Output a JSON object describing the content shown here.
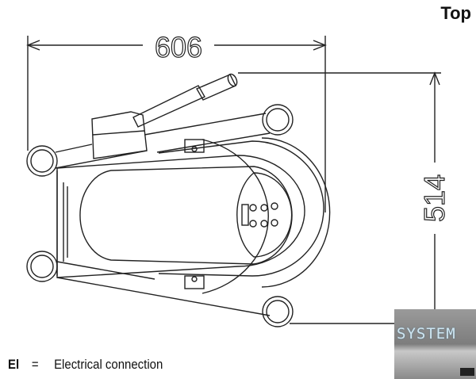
{
  "view_title": "Top",
  "dimensions": {
    "width": "606",
    "depth": "514"
  },
  "legend": {
    "code": "El",
    "equals": "=",
    "description": "Electrical connection"
  },
  "logo": {
    "text": "SYSTEM"
  }
}
